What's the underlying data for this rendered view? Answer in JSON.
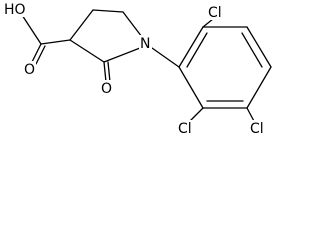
{
  "molecule": {
    "carboxylic_acid": {
      "oh_label": "HO",
      "carbonyl_o_label": "O"
    },
    "ring": {
      "ketone_o_label": "O",
      "nitrogen_label": "N"
    },
    "aryl": {
      "cl_upper_label": "Cl",
      "cl_lower_label": "Cl",
      "cl_para_label": "Cl"
    },
    "colors": {
      "bond": "#000000",
      "background": "#ffffff"
    }
  }
}
